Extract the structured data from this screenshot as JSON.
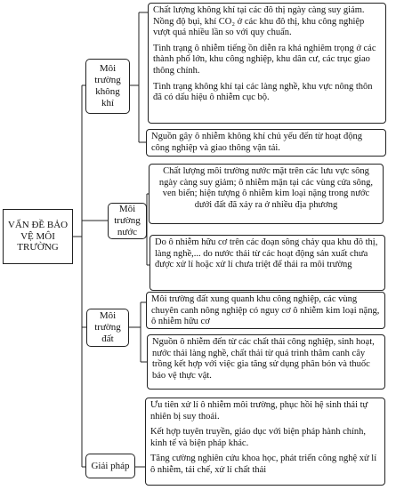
{
  "root": {
    "label": "VẤN ĐỀ BẢO VỆ MÔI TRƯỜNG"
  },
  "branches": [
    {
      "label": "Môi trường không khí",
      "leaves": [
        {
          "paragraphs": [
            "Chất lượng không khí tại các đô thị ngày càng suy giảm. Nồng độ bụi, khí CO₂ ở các khu đô thị, khu công nghiệp vượt quá nhiều lần so với quy chuẩn.",
            "Tình trạng ô nhiễm tiếng ồn diễn ra khá nghiêm trọng ở các thành phố lớn, khu công nghiệp, khu dân cư, các trục giao thông chính.",
            "Tình trạng không khí tại các làng nghề, khu vực nông thôn đã có dấu hiệu ô nhiễm cục bộ."
          ]
        },
        {
          "paragraphs": [
            "Nguồn gây ô nhiễm không khí chủ yếu đến từ hoạt động công nghiệp và giao thông vận tải."
          ]
        }
      ]
    },
    {
      "label": "Môi trường nước",
      "leaves": [
        {
          "paragraphs": [
            "Chất lượng môi trường nước mặt trên các lưu vực sông ngày càng suy giảm; ô nhiễm mặn tại các vùng cửa sông, ven biển; hiện tượng ô nhiễm kim loại nặng trong nước dưới đất đã xảy ra ở nhiều địa phương"
          ]
        },
        {
          "paragraphs": [
            "Do ô nhiễm hữu cơ trên các đoạn sông chảy qua khu đô thị, làng nghề,... do nước thải từ các hoạt động sản xuất chưa được xử lí hoặc xử lí chưa triệt để thải ra môi trường"
          ]
        }
      ]
    },
    {
      "label": "Môi trường đất",
      "leaves": [
        {
          "paragraphs": [
            "Môi trường đất xung quanh khu công nghiệp, các vùng chuyên canh nông nghiệp có nguy cơ ô nhiễm kim loại nặng, ô nhiễm hữu cơ"
          ]
        },
        {
          "paragraphs": [
            "Nguồn ô nhiễm đến từ các chất thải công nghiệp, sinh hoạt, nước thải làng nghề, chất thải từ quá trình thâm canh cây trồng kết hợp với việc gia tăng sử dụng phân bón và thuốc bảo vệ thực vật."
          ]
        }
      ]
    },
    {
      "label": "Giải pháp",
      "leaves": [
        {
          "paragraphs": [
            "Ưu tiên xử lí ô nhiễm môi trường, phục hồi hệ sinh thái tự nhiên bị suy thoái.",
            "Kết hợp tuyên truyền, giáo dục với biện pháp hành chính, kinh tế và biện pháp khác.",
            "Tăng cường nghiên cứu khoa học, phát triển công nghệ xử lí ô nhiễm, tái chế, xử lí chất thải"
          ]
        }
      ]
    }
  ]
}
